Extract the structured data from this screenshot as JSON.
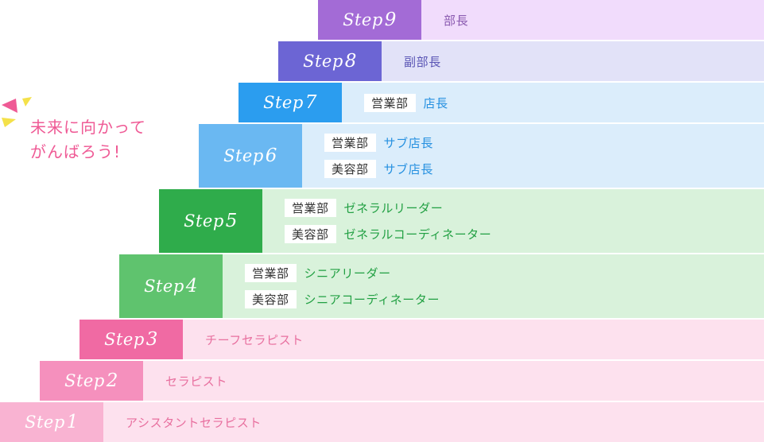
{
  "callout": {
    "line1": "未来に向かって",
    "line2": "がんばろう!"
  },
  "steps": [
    {
      "label": "Step",
      "num": "9",
      "box_color": "#a36bd6",
      "band_color": "#f1dcfc",
      "text_color": "#8a5ab0",
      "lines": [
        {
          "tag": "",
          "title": "部長"
        }
      ]
    },
    {
      "label": "Step",
      "num": "8",
      "box_color": "#6c65d4",
      "band_color": "#e2e2f8",
      "text_color": "#5a55b5",
      "lines": [
        {
          "tag": "",
          "title": "副部長"
        }
      ]
    },
    {
      "label": "Step",
      "num": "7",
      "box_color": "#2b9def",
      "band_color": "#dbedfb",
      "text_color": "#2590e0",
      "lines": [
        {
          "tag": "営業部",
          "title": "店長"
        }
      ]
    },
    {
      "label": "Step",
      "num": "6",
      "box_color": "#6ab8f2",
      "band_color": "#dbedfb",
      "text_color": "#2590e0",
      "lines": [
        {
          "tag": "営業部",
          "title": "サブ店長"
        },
        {
          "tag": "美容部",
          "title": "サブ店長"
        }
      ]
    },
    {
      "label": "Step",
      "num": "5",
      "box_color": "#2fac4b",
      "band_color": "#d9f2db",
      "text_color": "#22a043",
      "lines": [
        {
          "tag": "営業部",
          "title": "ゼネラルリーダー"
        },
        {
          "tag": "美容部",
          "title": "ゼネラルコーディネーター"
        }
      ]
    },
    {
      "label": "Step",
      "num": "4",
      "box_color": "#5fc36e",
      "band_color": "#d9f2db",
      "text_color": "#22a043",
      "lines": [
        {
          "tag": "営業部",
          "title": "シニアリーダー"
        },
        {
          "tag": "美容部",
          "title": "シニアコーディネーター"
        }
      ]
    },
    {
      "label": "Step",
      "num": "3",
      "box_color": "#f06aa3",
      "band_color": "#fde1ee",
      "text_color": "#e8709f",
      "lines": [
        {
          "tag": "",
          "title": "チーフセラピスト"
        }
      ]
    },
    {
      "label": "Step",
      "num": "2",
      "box_color": "#f590bd",
      "band_color": "#fde1ee",
      "text_color": "#e8709f",
      "lines": [
        {
          "tag": "",
          "title": "セラピスト"
        }
      ]
    },
    {
      "label": "Step",
      "num": "1",
      "box_color": "#f9b3d2",
      "band_color": "#fde1ee",
      "text_color": "#e8709f",
      "lines": [
        {
          "tag": "",
          "title": "アシスタントセラピスト"
        }
      ]
    }
  ]
}
